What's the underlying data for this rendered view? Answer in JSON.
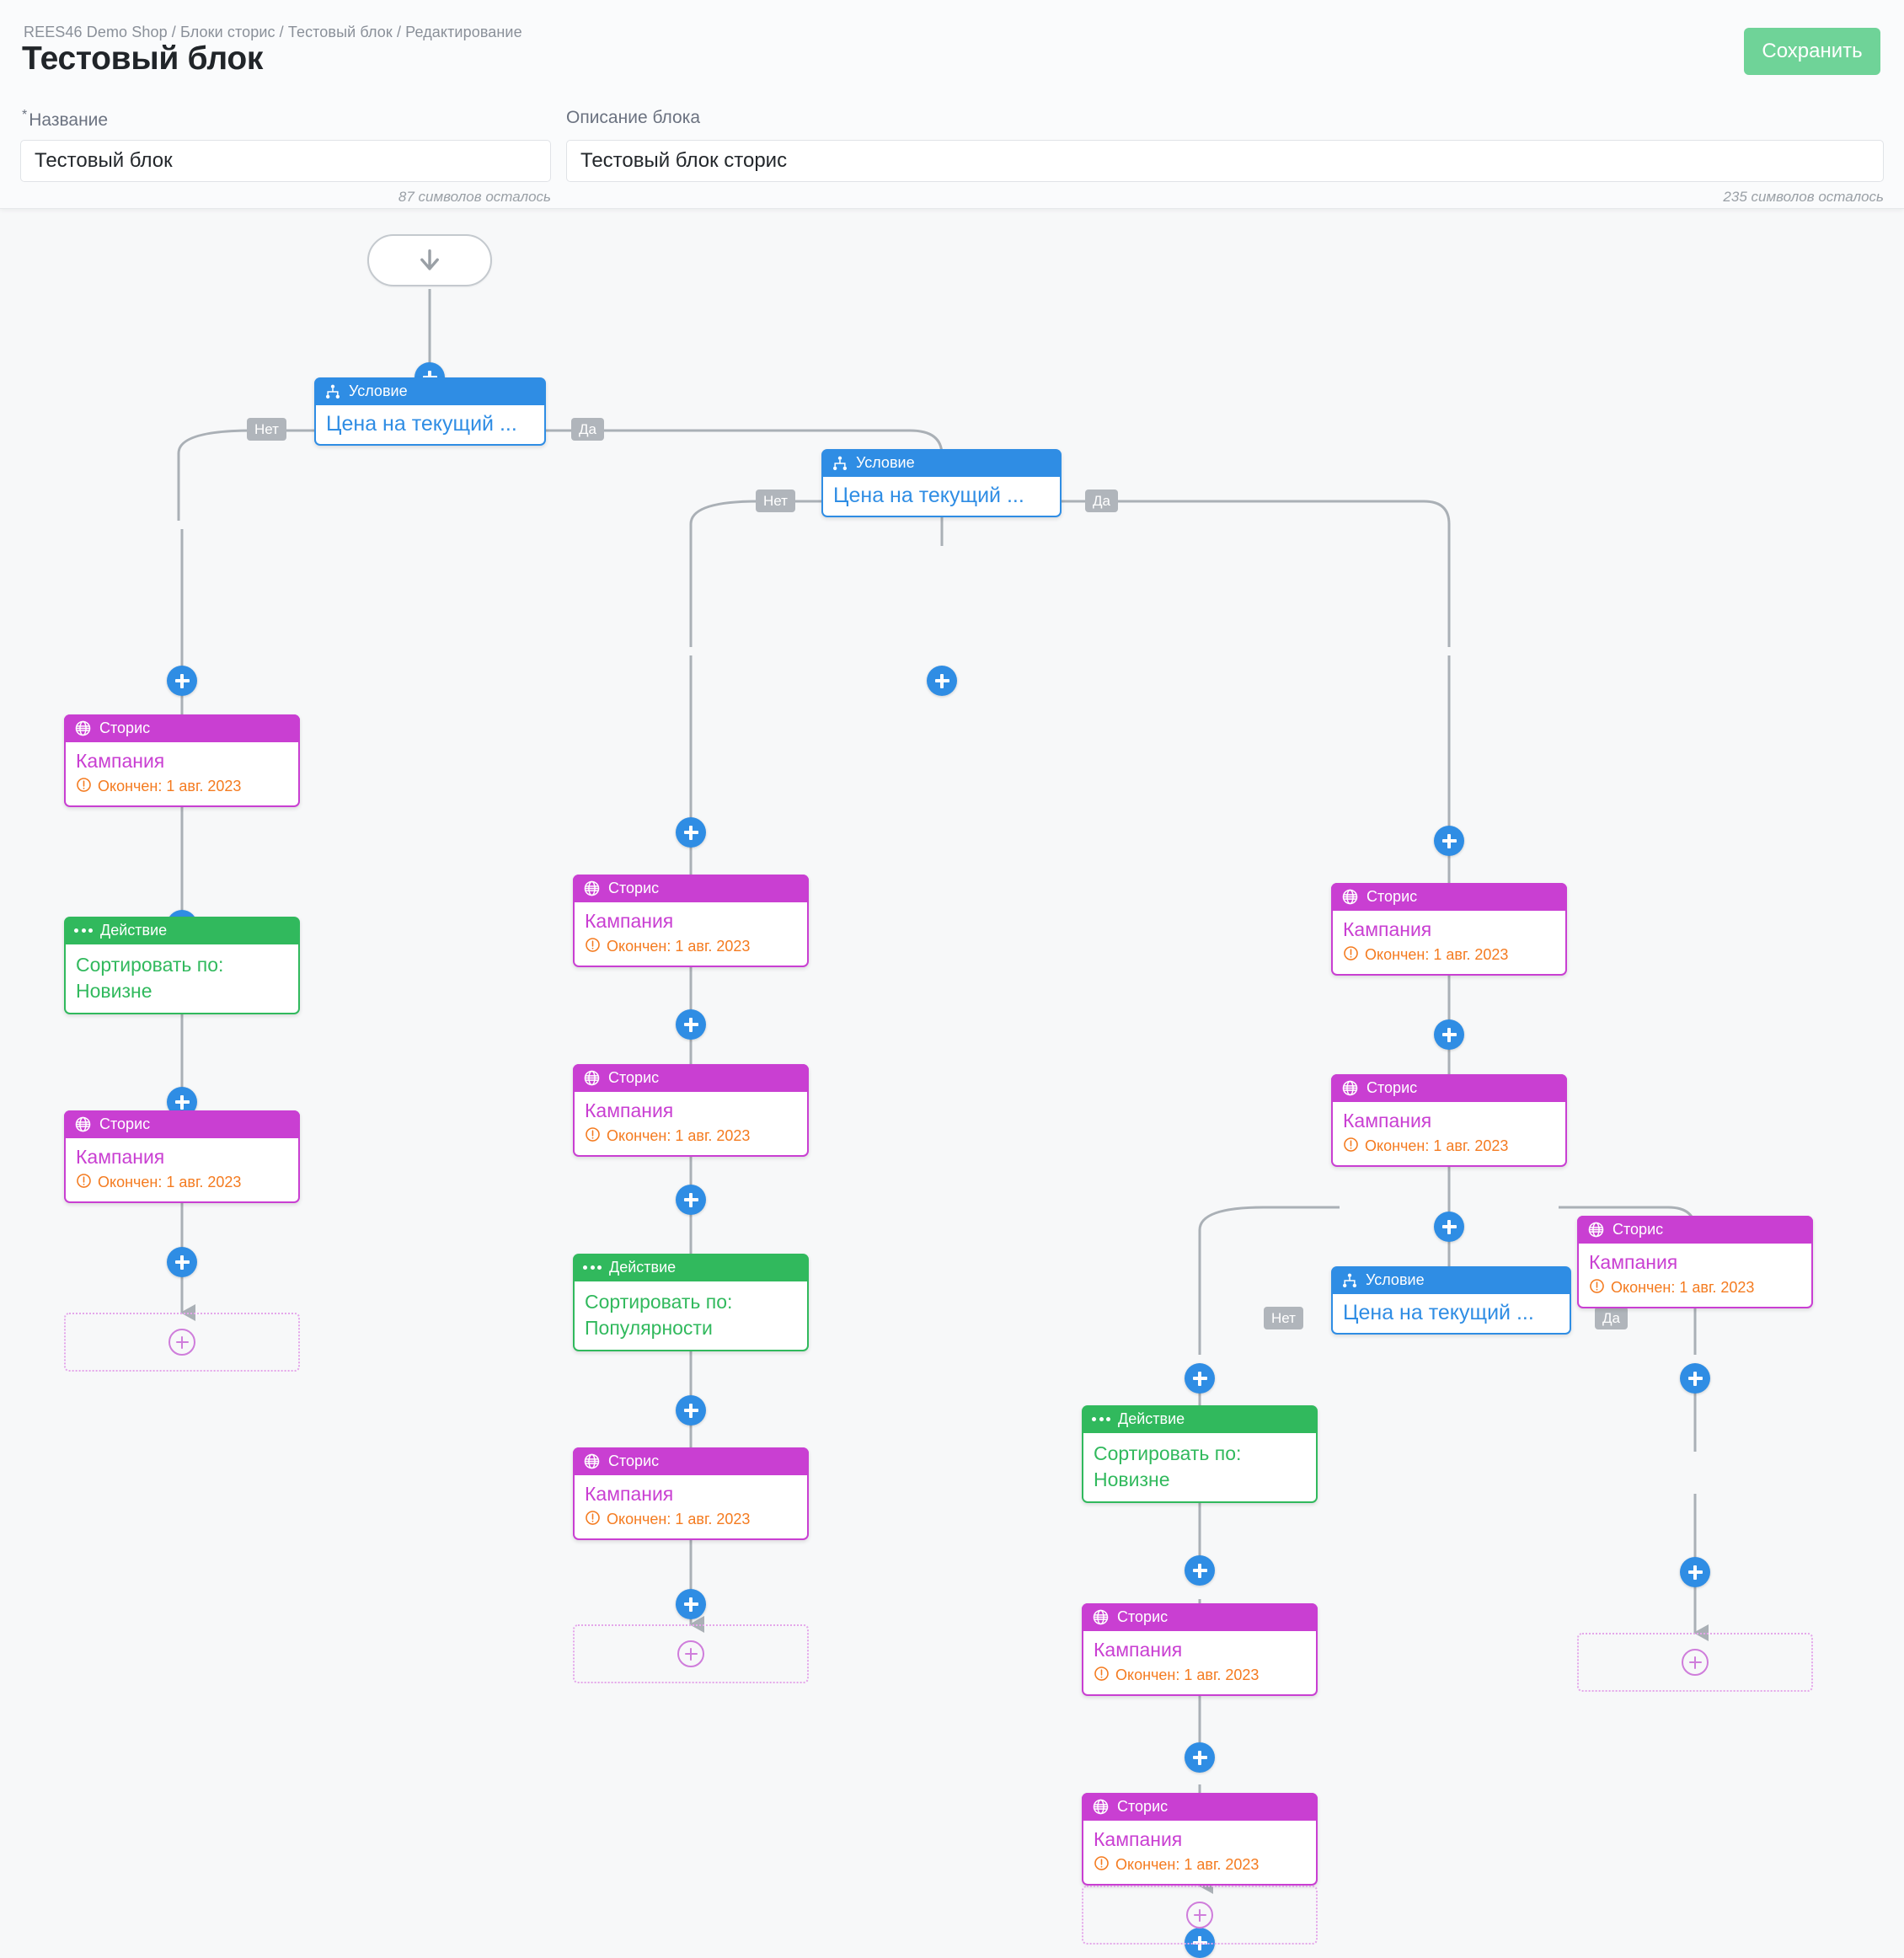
{
  "header": {
    "breadcrumb": "REES46 Demo Shop / Блоки сторис / Тестовый блок / Редактирование",
    "title": "Тестовый блок",
    "save_label": "Сохранить",
    "name_label": "Название",
    "name_required_mark": "*",
    "name_value": "Тестовый блок",
    "name_counter": "87 символов осталось",
    "desc_label": "Описание блока",
    "desc_value": "Тестовый блок сторис",
    "desc_counter": "235 символов осталось"
  },
  "colors": {
    "accent_blue": "#2f8de4",
    "story_magenta": "#c93fd2",
    "action_green": "#31b95d",
    "save_green": "#6fd398",
    "status_orange": "#f47b20",
    "branch_gray": "#b0b5bb",
    "edge_gray": "#aab0b6",
    "canvas_bg": "#f7f8f9"
  },
  "labels": {
    "condition": "Условие",
    "story": "Сторис",
    "action": "Действие",
    "yes": "Да",
    "no": "Нет",
    "condition_text": "Цена на текущий ...",
    "campaign_title": "Кампания",
    "campaign_status": "Окончен: 1 авг. 2023",
    "sort_recency": "Сортировать по:\nНовизне",
    "sort_popularity": "Сортировать по:\nПопулярности",
    "sort_label": "Сортировать по:",
    "sort_value_recency": "Новизне",
    "sort_value_popularity": "Популярности"
  },
  "flow": {
    "start": {
      "icon": "arrow-down-icon"
    },
    "nodes": [
      {
        "id": "cond1",
        "type": "condition",
        "header": "Условие",
        "text": "Цена на текущий ...",
        "branch_no": "Нет",
        "branch_yes": "Да"
      },
      {
        "id": "cond2",
        "type": "condition",
        "header": "Условие",
        "text": "Цена на текущий ...",
        "branch_no": "Нет",
        "branch_yes": "Да"
      },
      {
        "id": "cond3",
        "type": "condition",
        "header": "Условие",
        "text": "Цена на текущий ...",
        "branch_no": "Нет",
        "branch_yes": "Да"
      },
      {
        "id": "story-l1",
        "type": "story",
        "header": "Сторис",
        "title": "Кампания",
        "status": "Окончен: 1 авг. 2023"
      },
      {
        "id": "act-l1",
        "type": "action",
        "header": "Действие",
        "line1": "Сортировать по:",
        "line2": "Новизне"
      },
      {
        "id": "story-l2",
        "type": "story",
        "header": "Сторис",
        "title": "Кампания",
        "status": "Окончен: 1 авг. 2023"
      },
      {
        "id": "story-m1",
        "type": "story",
        "header": "Сторис",
        "title": "Кампания",
        "status": "Окончен: 1 авг. 2023"
      },
      {
        "id": "story-m2",
        "type": "story",
        "header": "Сторис",
        "title": "Кампания",
        "status": "Окончен: 1 авг. 2023"
      },
      {
        "id": "act-m1",
        "type": "action",
        "header": "Действие",
        "line1": "Сортировать по:",
        "line2": "Популярности"
      },
      {
        "id": "story-m3",
        "type": "story",
        "header": "Сторис",
        "title": "Кампания",
        "status": "Окончен: 1 авг. 2023"
      },
      {
        "id": "story-r1",
        "type": "story",
        "header": "Сторис",
        "title": "Кампания",
        "status": "Окончен: 1 авг. 2023"
      },
      {
        "id": "story-r2",
        "type": "story",
        "header": "Сторис",
        "title": "Кампания",
        "status": "Окончен: 1 авг. 2023"
      },
      {
        "id": "act-r1",
        "type": "action",
        "header": "Действие",
        "line1": "Сортировать по:",
        "line2": "Новизне"
      },
      {
        "id": "story-rb1",
        "type": "story",
        "header": "Сторис",
        "title": "Кампания",
        "status": "Окончен: 1 авг. 2023"
      },
      {
        "id": "story-rb2",
        "type": "story",
        "header": "Сторис",
        "title": "Кампания",
        "status": "Окончен: 1 авг. 2023"
      },
      {
        "id": "story-rr1",
        "type": "story",
        "header": "Сторис",
        "title": "Кампания",
        "status": "Окончен: 1 авг. 2023"
      }
    ],
    "placeholders": 4,
    "plus_buttons": 16
  }
}
